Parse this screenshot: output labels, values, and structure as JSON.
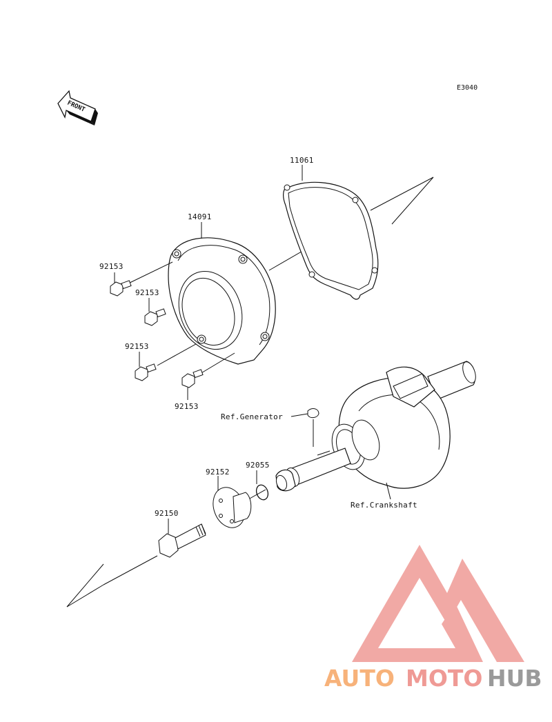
{
  "diagram": {
    "code": "E3040",
    "front_label": "FRONT",
    "parts": {
      "gasket": "11061",
      "cover": "14091",
      "bolt_a": "92153",
      "bolt_b": "92153",
      "bolt_c": "92153",
      "bolt_d": "92153",
      "ring": "92055",
      "collar": "92152",
      "main_bolt": "92150"
    },
    "refs": {
      "generator": "Ref.Generator",
      "crankshaft": "Ref.Crankshaft"
    }
  },
  "watermark": {
    "word_part1": "AUTO",
    "word_part2": "MOTO",
    "word_part3": "HUB",
    "color_orange": "#f7b27a",
    "color_red": "#ef9a95",
    "color_gray": "#9a9a9a"
  }
}
